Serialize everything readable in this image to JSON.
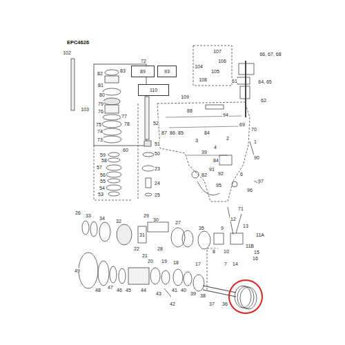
{
  "diagram": {
    "nodes": [
      {
        "text": [
          "89"
        ]
      },
      {
        "text": [
          "93"
        ]
      },
      {
        "text": [
          "110"
        ]
      }
    ],
    "labels": [
      "EPC4626",
      "102",
      "72",
      "82",
      "83",
      "81",
      "80",
      "79",
      "76",
      "77",
      "78",
      "75",
      "74",
      "73",
      "103",
      "52",
      "51",
      "50",
      "23",
      "24",
      "25",
      "60",
      "59",
      "58",
      "57",
      "56",
      "55",
      "54",
      "53",
      "107",
      "104",
      "106",
      "105",
      "108",
      "66, 67, 68",
      "64, 65",
      "62",
      "61",
      "109",
      "88",
      "94",
      "87",
      "86",
      "85",
      "84",
      "69",
      "70",
      "1",
      "2",
      "3",
      "4",
      "39",
      "84",
      "90",
      "82",
      "91",
      "92",
      "95",
      "6",
      "96",
      "97",
      "71",
      "26",
      "33",
      "34",
      "32",
      "29",
      "30",
      "28",
      "27",
      "31",
      "35",
      "12",
      "13",
      "11A",
      "9",
      "10",
      "8",
      "11B",
      "16",
      "15",
      "14",
      "7",
      "22",
      "21",
      "20",
      "19",
      "18",
      "17",
      "49",
      "48",
      "47",
      "46",
      "45",
      "44",
      "41",
      "40",
      "43",
      "42",
      "39",
      "38",
      "37",
      "36"
    ]
  }
}
